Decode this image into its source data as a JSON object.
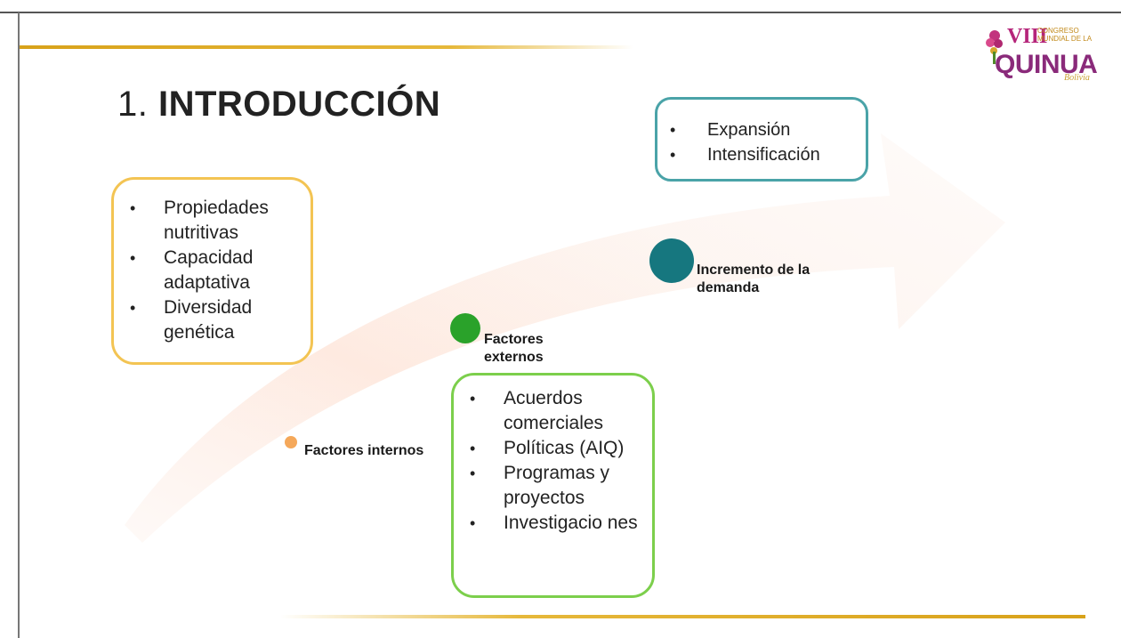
{
  "title": {
    "number": "1.",
    "text": "INTRODUCCIÓN"
  },
  "logo": {
    "roman": "VIII",
    "small": "CONGRESO MUNDIAL DE LA",
    "main": "QUINUA",
    "place": "Bolivia"
  },
  "left_box": {
    "items": [
      "Propiedades nutritivas",
      "Capacidad adaptativa",
      "Diversidad genética"
    ]
  },
  "top_box": {
    "items": [
      "Expansión",
      "Intensificación"
    ]
  },
  "middle_box": {
    "items": [
      "Acuerdos comerciales",
      "Políticas (AIQ)",
      "Programas y proyectos",
      "Investigacio nes"
    ]
  },
  "labels": {
    "demand": "Incremento de la demanda",
    "external": "Factores externos",
    "internal": "Factores internos"
  },
  "colors": {
    "accent_gold": "#e6b83a",
    "box_left": "#f3c453",
    "box_top": "#4aa3a8",
    "box_mid": "#7ccf4c",
    "dot_teal": "#16777f",
    "dot_green": "#2aa22a",
    "dot_orange": "#f5a85a"
  }
}
